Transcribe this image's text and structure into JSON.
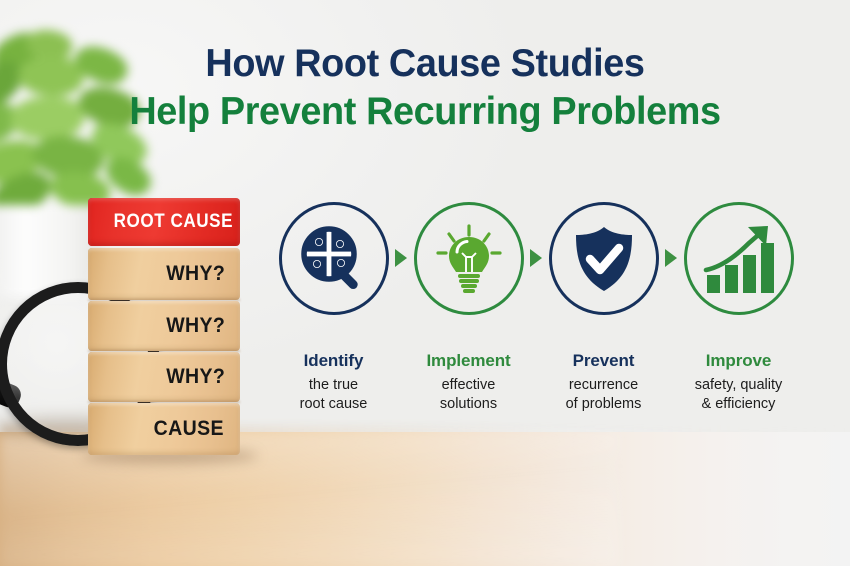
{
  "headline": {
    "line1": "How Root Cause Studies",
    "line2": "Help Prevent Recurring Problems",
    "line1_color": "#16315c",
    "line2_color": "#14803c"
  },
  "photo": {
    "plant": "potted-green-plant",
    "magnifier": "magnifying-glass",
    "desk_surface": "wooden-desk"
  },
  "block_stack": {
    "blocks": [
      {
        "text": "ROOT CAUSE",
        "color": "#e1241f",
        "style": "red"
      },
      {
        "text": "WHY?",
        "color": "#eec999",
        "style": "wood"
      },
      {
        "text": "WHY?",
        "color": "#eec999",
        "style": "wood"
      },
      {
        "text": "WHY?",
        "color": "#eec999",
        "style": "wood"
      },
      {
        "text": "CAUSE",
        "color": "#eec999",
        "style": "wood"
      }
    ]
  },
  "process": {
    "arrow_color": "#3d9142",
    "steps": [
      {
        "title": "Identify",
        "desc_line1": "the true",
        "desc_line2": "root cause",
        "icon": "puzzle-magnifier-icon",
        "accent": "#16315c",
        "ring": "navy"
      },
      {
        "title": "Implement",
        "desc_line1": "effective",
        "desc_line2": "solutions",
        "icon": "lightbulb-icon",
        "accent": "#5aa830",
        "ring": "green"
      },
      {
        "title": "Prevent",
        "desc_line1": "recurrence",
        "desc_line2": "of problems",
        "icon": "shield-check-icon",
        "accent": "#16315c",
        "ring": "navy"
      },
      {
        "title": "Improve",
        "desc_line1": "safety, quality",
        "desc_line2": "& efficiency",
        "icon": "growth-bar-chart-icon",
        "accent": "#2f8a3d",
        "ring": "green"
      }
    ]
  }
}
